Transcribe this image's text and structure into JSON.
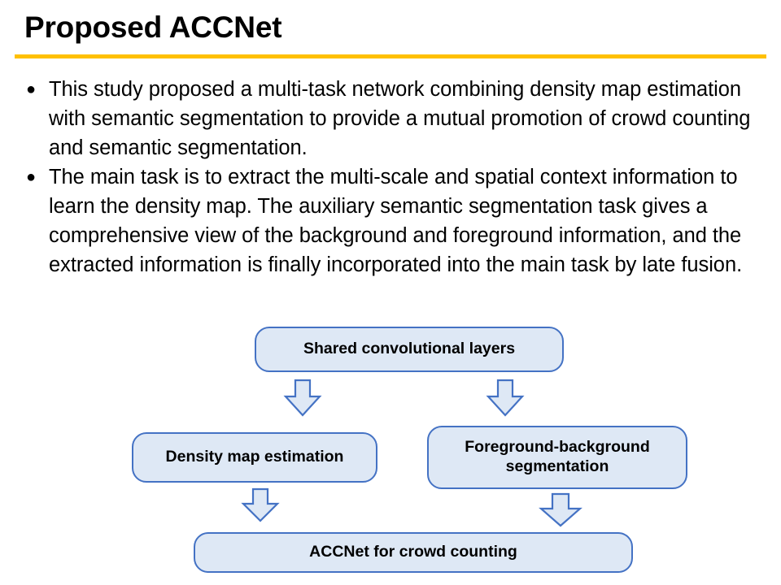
{
  "slide": {
    "title": "Proposed ACCNet",
    "accent_rule_color": "#FFC000",
    "background_color": "#FFFFFF"
  },
  "bullets": [
    {
      "marker": "●",
      "text": "This study proposed a multi-task network combining density map estimation with semantic segmentation to provide a mutual promotion of crowd counting and semantic segmentation."
    },
    {
      "marker": "●",
      "text": "The main task is to extract the multi-scale and spatial context information to learn the density map. The auxiliary semantic segmentation task gives a comprehensive view of the background and foreground information, and the extracted information is finally incorporated into the main task by late fusion."
    }
  ],
  "diagram": {
    "type": "flowchart",
    "node_fill_color": "#DEE8F5",
    "node_border_color": "#4472C4",
    "arrow_fill_color": "#DEE8F5",
    "arrow_border_color": "#4472C4",
    "nodes": [
      {
        "id": "shared",
        "label": "Shared convolutional layers"
      },
      {
        "id": "density",
        "label": "Density map estimation"
      },
      {
        "id": "fgbg",
        "label": "Foreground-background segmentation"
      },
      {
        "id": "accnet",
        "label": "ACCNet for crowd counting"
      }
    ],
    "edges": [
      {
        "from": "shared",
        "to": "density",
        "glyph": "down-arrow"
      },
      {
        "from": "shared",
        "to": "fgbg",
        "glyph": "down-arrow"
      },
      {
        "from": "density",
        "to": "accnet",
        "glyph": "down-arrow"
      },
      {
        "from": "fgbg",
        "to": "accnet",
        "glyph": "down-arrow"
      }
    ]
  }
}
